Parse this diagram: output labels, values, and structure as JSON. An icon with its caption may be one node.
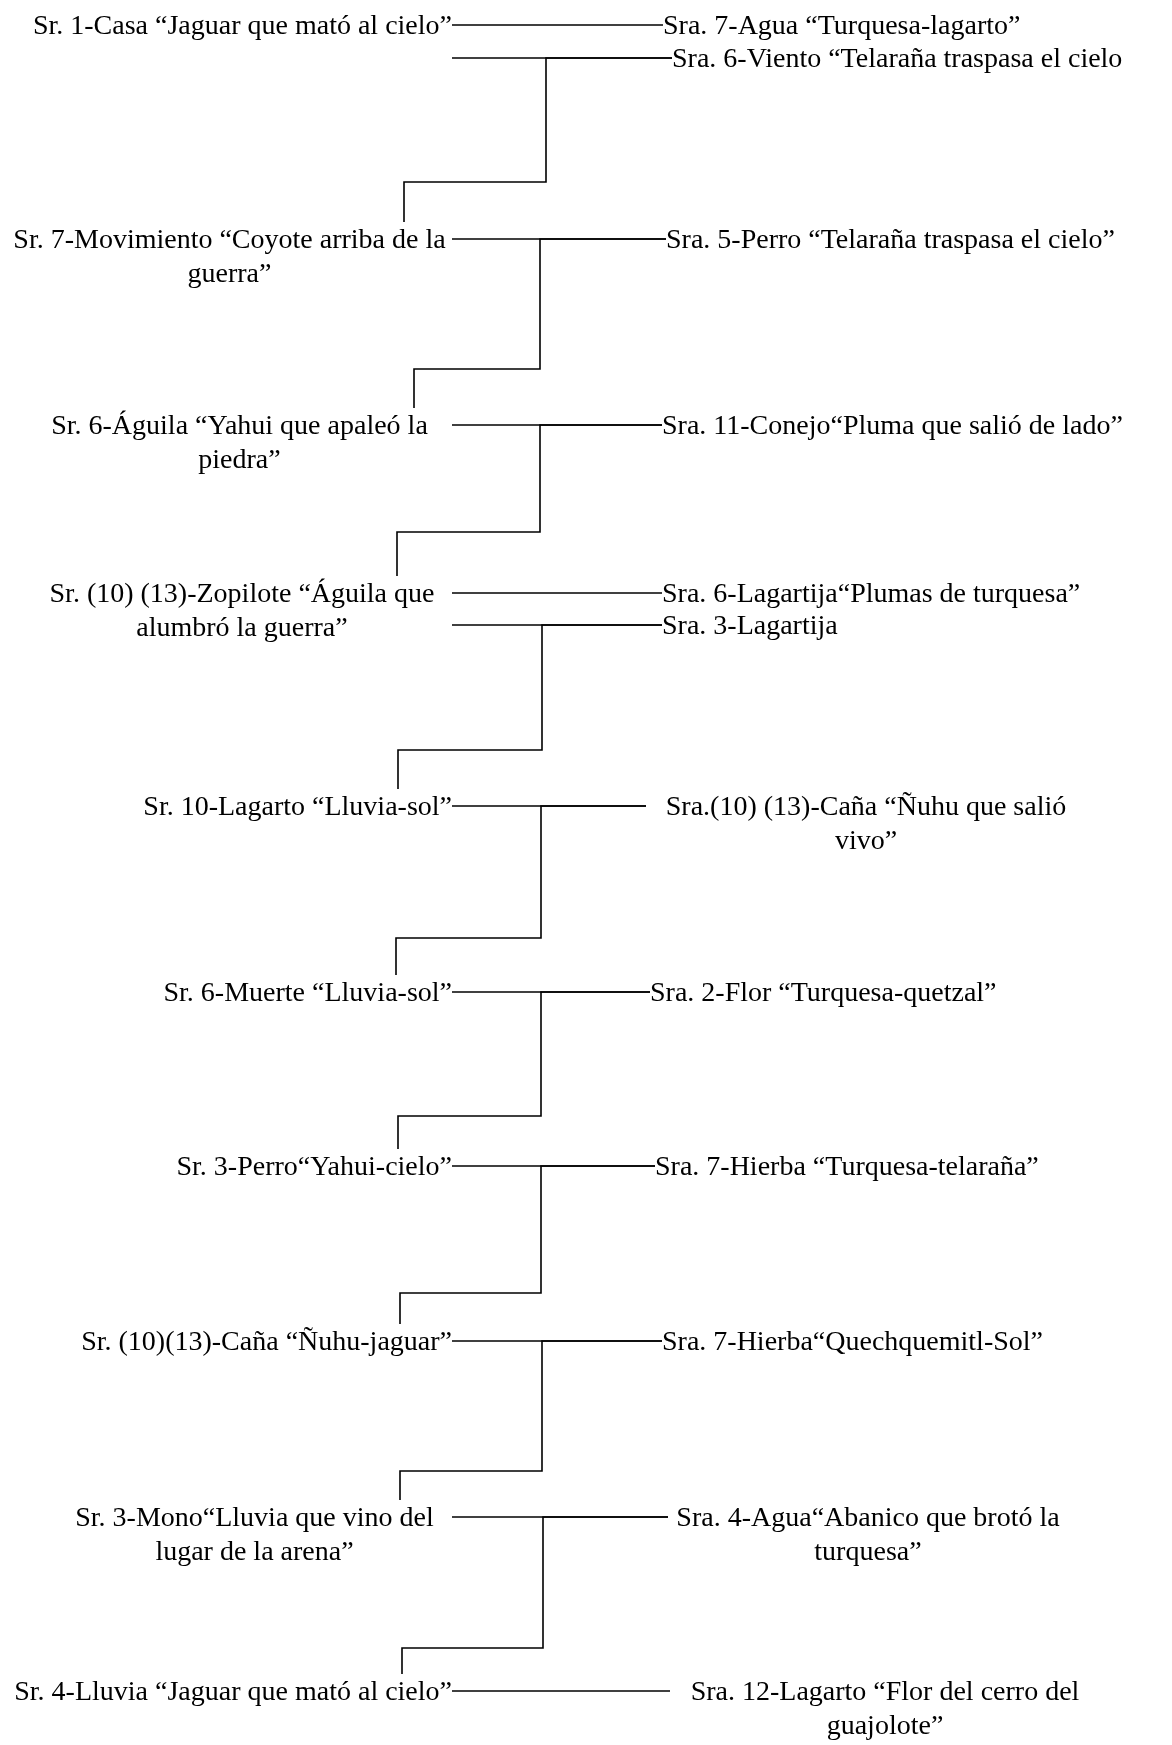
{
  "diagram": {
    "nodes": [
      {
        "text": [
          "Sr. 1-Casa “Jaguar que mató al cielo”"
        ]
      },
      {
        "text": [
          "Sra. 7-Agua “Turquesa-lagarto”"
        ]
      },
      {
        "text": [
          "Sra. 6-Viento “Telaraña traspasa el cielo"
        ]
      },
      {
        "text": [
          "Sr. 7-Movimiento “Coyote arriba de la guerra”"
        ]
      },
      {
        "text": [
          "Sra. 5-Perro “Telaraña traspasa el cielo”"
        ]
      },
      {
        "text": [
          "Sr. 6-Águila  “Yahui que apaleó la piedra”"
        ]
      },
      {
        "text": [
          "Sra. 11-Conejo“Pluma que salió de lado”"
        ]
      },
      {
        "text": [
          "Sr. (10) (13)-Zopilote “Águila que alumbró la guerra”"
        ]
      },
      {
        "text": [
          "Sra. 6-Lagartija“Plumas de turquesa”"
        ]
      },
      {
        "text": [
          "Sra. 3-Lagartija"
        ]
      },
      {
        "text": [
          "Sr. 10-Lagarto  “Lluvia-sol”"
        ]
      },
      {
        "text": [
          "Sra.(10) (13)-Caña “Ñuhu que salió vivo”"
        ]
      },
      {
        "text": [
          "Sr. 6-Muerte “Lluvia-sol”"
        ]
      },
      {
        "text": [
          "Sra. 2-Flor “Turquesa-quetzal”"
        ]
      },
      {
        "text": [
          "Sr. 3-Perro“Yahui-cielo”"
        ]
      },
      {
        "text": [
          "Sra. 7-Hierba “Turquesa-telaraña”"
        ]
      },
      {
        "text": [
          "Sr. (10)(13)-Caña “Ñuhu-jaguar”"
        ]
      },
      {
        "text": [
          "Sra. 7-Hierba“Quechquemitl-Sol”"
        ]
      },
      {
        "text": [
          "Sr. 3-Mono“Lluvia que vino del lugar de la arena”"
        ]
      },
      {
        "text": [
          "Sra. 4-Agua“Abanico que brotó la turquesa”"
        ]
      },
      {
        "text": [
          "Sr. 4-Lluvia “Jaguar que mató al cielo”"
        ]
      },
      {
        "text": [
          "Sra. 12-Lagarto “Flor del cerro del guajolote”"
        ]
      }
    ],
    "edges": [
      {
        "from": 0,
        "to": 1,
        "arrow": "none"
      },
      {
        "from": 0,
        "to": 2,
        "arrow": "none"
      },
      {
        "from": 2,
        "to": 3,
        "arrow": "none"
      },
      {
        "from": 3,
        "to": 4,
        "arrow": "none"
      },
      {
        "from": 4,
        "to": 5,
        "arrow": "none"
      },
      {
        "from": 5,
        "to": 6,
        "arrow": "none"
      },
      {
        "from": 6,
        "to": 7,
        "arrow": "none"
      },
      {
        "from": 7,
        "to": 8,
        "arrow": "none"
      },
      {
        "from": 7,
        "to": 9,
        "arrow": "none"
      },
      {
        "from": 9,
        "to": 10,
        "arrow": "none"
      },
      {
        "from": 10,
        "to": 11,
        "arrow": "none"
      },
      {
        "from": 11,
        "to": 12,
        "arrow": "none"
      },
      {
        "from": 12,
        "to": 13,
        "arrow": "none"
      },
      {
        "from": 13,
        "to": 14,
        "arrow": "none"
      },
      {
        "from": 14,
        "to": 15,
        "arrow": "none"
      },
      {
        "from": 15,
        "to": 16,
        "arrow": "none"
      },
      {
        "from": 16,
        "to": 17,
        "arrow": "none"
      },
      {
        "from": 17,
        "to": 18,
        "arrow": "none"
      },
      {
        "from": 18,
        "to": 19,
        "arrow": "none"
      },
      {
        "from": 19,
        "to": 20,
        "arrow": "none"
      },
      {
        "from": 20,
        "to": 21,
        "arrow": "none"
      }
    ]
  }
}
